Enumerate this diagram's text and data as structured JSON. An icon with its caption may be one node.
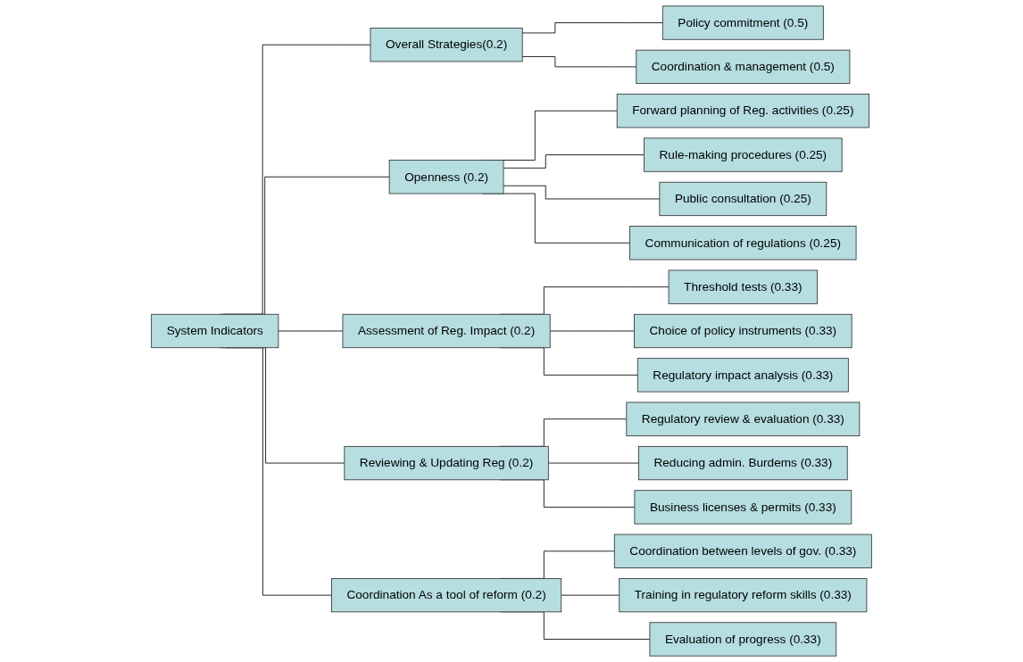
{
  "diagram": {
    "nodes": [
      {
        "text": [
          "System Indicators"
        ]
      },
      {
        "text": [
          "Overall Strategies(0.2)"
        ]
      },
      {
        "text": [
          "Policy commitment (0.5)"
        ]
      },
      {
        "text": [
          "Coordination & management (0.5)"
        ]
      },
      {
        "text": [
          "Openness (0.2)"
        ]
      },
      {
        "text": [
          "Forward planning of Reg. activities (0.25)"
        ]
      },
      {
        "text": [
          "Rule-making procedures (0.25)"
        ]
      },
      {
        "text": [
          "Public consultation (0.25)"
        ]
      },
      {
        "text": [
          "Communication of regulations (0.25)"
        ]
      },
      {
        "text": [
          "Assessment of Reg. Impact (0.2)"
        ]
      },
      {
        "text": [
          "Threshold tests (0.33)"
        ]
      },
      {
        "text": [
          "Choice of policy instruments (0.33)"
        ]
      },
      {
        "text": [
          "Regulatory impact analysis (0.33)"
        ]
      },
      {
        "text": [
          "Reviewing & Updating Reg (0.2)"
        ]
      },
      {
        "text": [
          "Regulatory review & evaluation (0.33)"
        ]
      },
      {
        "text": [
          "Reducing admin. Burdems (0.33)"
        ]
      },
      {
        "text": [
          "Business licenses & permits (0.33)"
        ]
      },
      {
        "text": [
          "Coordination As a tool of reform (0.2)"
        ]
      },
      {
        "text": [
          "Coordination between levels of gov. (0.33)"
        ]
      },
      {
        "text": [
          "Training in regulatory reform skills (0.33)"
        ]
      },
      {
        "text": [
          "Evaluation of progress (0.33)"
        ]
      }
    ],
    "edges": [
      {
        "from": 0,
        "to": 1,
        "arrow": "none"
      },
      {
        "from": 0,
        "to": 4,
        "arrow": "none"
      },
      {
        "from": 0,
        "to": 9,
        "arrow": "none"
      },
      {
        "from": 0,
        "to": 13,
        "arrow": "none"
      },
      {
        "from": 0,
        "to": 17,
        "arrow": "none"
      },
      {
        "from": 1,
        "to": 2,
        "arrow": "none"
      },
      {
        "from": 1,
        "to": 3,
        "arrow": "none"
      },
      {
        "from": 4,
        "to": 5,
        "arrow": "none"
      },
      {
        "from": 4,
        "to": 6,
        "arrow": "none"
      },
      {
        "from": 4,
        "to": 7,
        "arrow": "none"
      },
      {
        "from": 4,
        "to": 8,
        "arrow": "none"
      },
      {
        "from": 9,
        "to": 10,
        "arrow": "none"
      },
      {
        "from": 9,
        "to": 11,
        "arrow": "none"
      },
      {
        "from": 9,
        "to": 12,
        "arrow": "none"
      },
      {
        "from": 13,
        "to": 14,
        "arrow": "none"
      },
      {
        "from": 13,
        "to": 15,
        "arrow": "none"
      },
      {
        "from": 13,
        "to": 16,
        "arrow": "none"
      },
      {
        "from": 17,
        "to": 18,
        "arrow": "none"
      },
      {
        "from": 17,
        "to": 19,
        "arrow": "none"
      },
      {
        "from": 17,
        "to": 20,
        "arrow": "none"
      }
    ]
  }
}
